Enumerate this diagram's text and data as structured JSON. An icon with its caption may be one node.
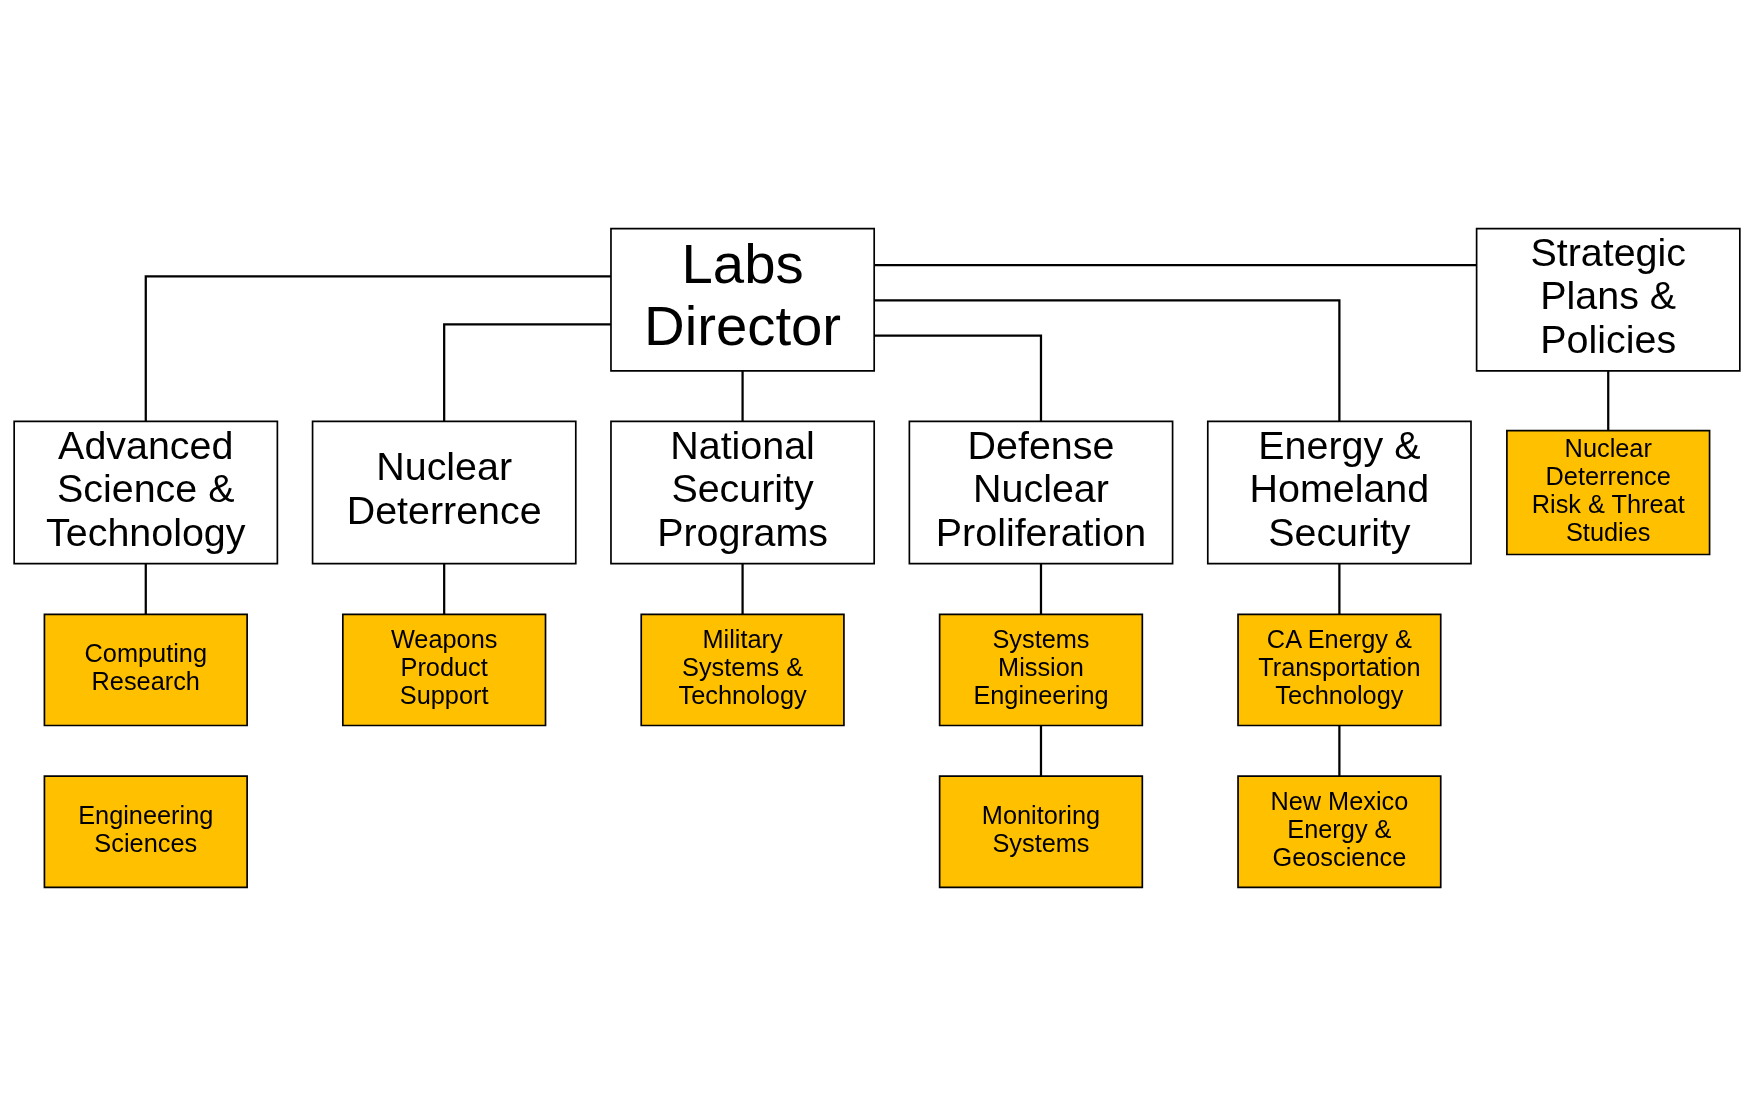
{
  "diagram": {
    "nodes": [
      {
        "text": [
          "Labs Director"
        ]
      },
      {
        "text": [
          "Strategic Plans & Policies"
        ]
      },
      {
        "text": [
          "Nuclear Deterrence Risk & Threat Studies"
        ]
      },
      {
        "text": [
          "Advanced Science & Technology"
        ]
      },
      {
        "text": [
          "Nuclear Deterrence"
        ]
      },
      {
        "text": [
          "National Security Programs"
        ]
      },
      {
        "text": [
          "Defense Nuclear Proliferation"
        ]
      },
      {
        "text": [
          "Energy & Homeland Security"
        ]
      },
      {
        "text": [
          "Computing Research"
        ]
      },
      {
        "text": [
          "Engineering Sciences"
        ]
      },
      {
        "text": [
          "Weapons Product Support"
        ]
      },
      {
        "text": [
          "Military Systems & Technology"
        ]
      },
      {
        "text": [
          "Systems Mission Engineering"
        ]
      },
      {
        "text": [
          "Monitoring Systems"
        ]
      },
      {
        "text": [
          "CA Energy & Transportation Technology"
        ]
      },
      {
        "text": [
          "New Mexico Energy & Geoscience"
        ]
      }
    ],
    "edges": [
      {
        "from": 0,
        "to": 1,
        "arrow": "none"
      },
      {
        "from": 1,
        "to": 2,
        "arrow": "none"
      },
      {
        "from": 0,
        "to": 3,
        "arrow": "none"
      },
      {
        "from": 0,
        "to": 4,
        "arrow": "none"
      },
      {
        "from": 0,
        "to": 5,
        "arrow": "none"
      },
      {
        "from": 0,
        "to": 6,
        "arrow": "none"
      },
      {
        "from": 0,
        "to": 7,
        "arrow": "none"
      },
      {
        "from": 3,
        "to": 8,
        "arrow": "none"
      },
      {
        "from": 4,
        "to": 10,
        "arrow": "none"
      },
      {
        "from": 5,
        "to": 11,
        "arrow": "none"
      },
      {
        "from": 6,
        "to": 12,
        "arrow": "none"
      },
      {
        "from": 12,
        "to": 13,
        "arrow": "none"
      },
      {
        "from": 7,
        "to": 14,
        "arrow": "none"
      },
      {
        "from": 14,
        "to": 15,
        "arrow": "none"
      }
    ]
  }
}
